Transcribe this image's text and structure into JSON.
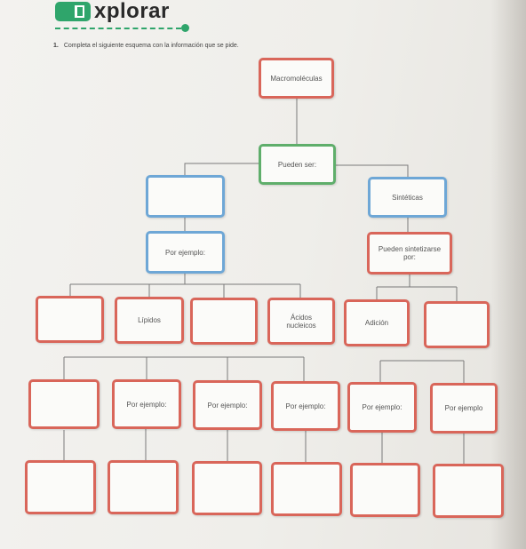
{
  "header": {
    "brand": "xplorar",
    "instruction_number": "1.",
    "instruction": "Completa el siguiente esquema con la información que se pide."
  },
  "diagram": {
    "root": "Macromoléculas",
    "connector": "Pueden ser:",
    "left_branch": {
      "category": "",
      "example_label": "Por ejemplo:"
    },
    "right_branch": {
      "category": "Sintéticas",
      "method_label": "Pueden sintetizarse por:"
    },
    "row3": [
      "",
      "Lípidos",
      "",
      "Ácidos nucleicos",
      "Adición",
      ""
    ],
    "row4": [
      "",
      "Por ejemplo:",
      "Por ejemplo:",
      "Por ejemplo:",
      "Por ejemplo:",
      "Por ejemplo"
    ],
    "row5": [
      "",
      "",
      "",
      "",
      "",
      ""
    ]
  },
  "colors": {
    "accent_green": "#2fa56b",
    "box_red": "#d9665a",
    "box_green": "#5fae6b",
    "box_blue": "#6ea7d6"
  }
}
